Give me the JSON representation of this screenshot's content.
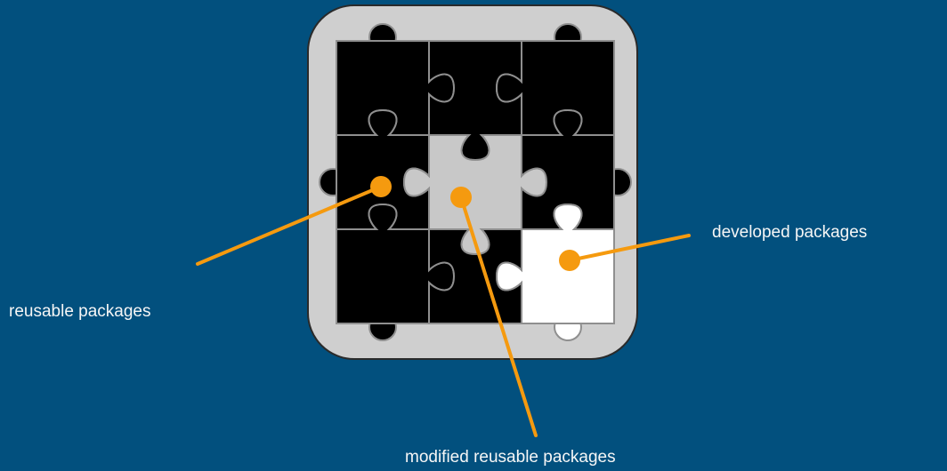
{
  "colors": {
    "background": "#02507e",
    "tray": "#cfcfcf",
    "tray_border": "#2a2a2a",
    "reusable_piece": "#000000",
    "modified_piece": "#c8c8c8",
    "developed_piece": "#ffffff",
    "callout": "#f59a0f",
    "label_text": "#f6f6f6"
  },
  "puzzle": {
    "rows": 3,
    "cols": 3,
    "pieces": [
      {
        "row": 0,
        "col": 0,
        "kind": "reusable"
      },
      {
        "row": 0,
        "col": 1,
        "kind": "reusable"
      },
      {
        "row": 0,
        "col": 2,
        "kind": "reusable"
      },
      {
        "row": 1,
        "col": 0,
        "kind": "reusable"
      },
      {
        "row": 1,
        "col": 1,
        "kind": "modified"
      },
      {
        "row": 1,
        "col": 2,
        "kind": "reusable"
      },
      {
        "row": 2,
        "col": 0,
        "kind": "reusable"
      },
      {
        "row": 2,
        "col": 1,
        "kind": "reusable"
      },
      {
        "row": 2,
        "col": 2,
        "kind": "developed"
      }
    ]
  },
  "callouts": {
    "reusable": {
      "label": "reusable packages"
    },
    "modified": {
      "label": "modified reusable packages"
    },
    "developed": {
      "label": "developed packages"
    }
  }
}
